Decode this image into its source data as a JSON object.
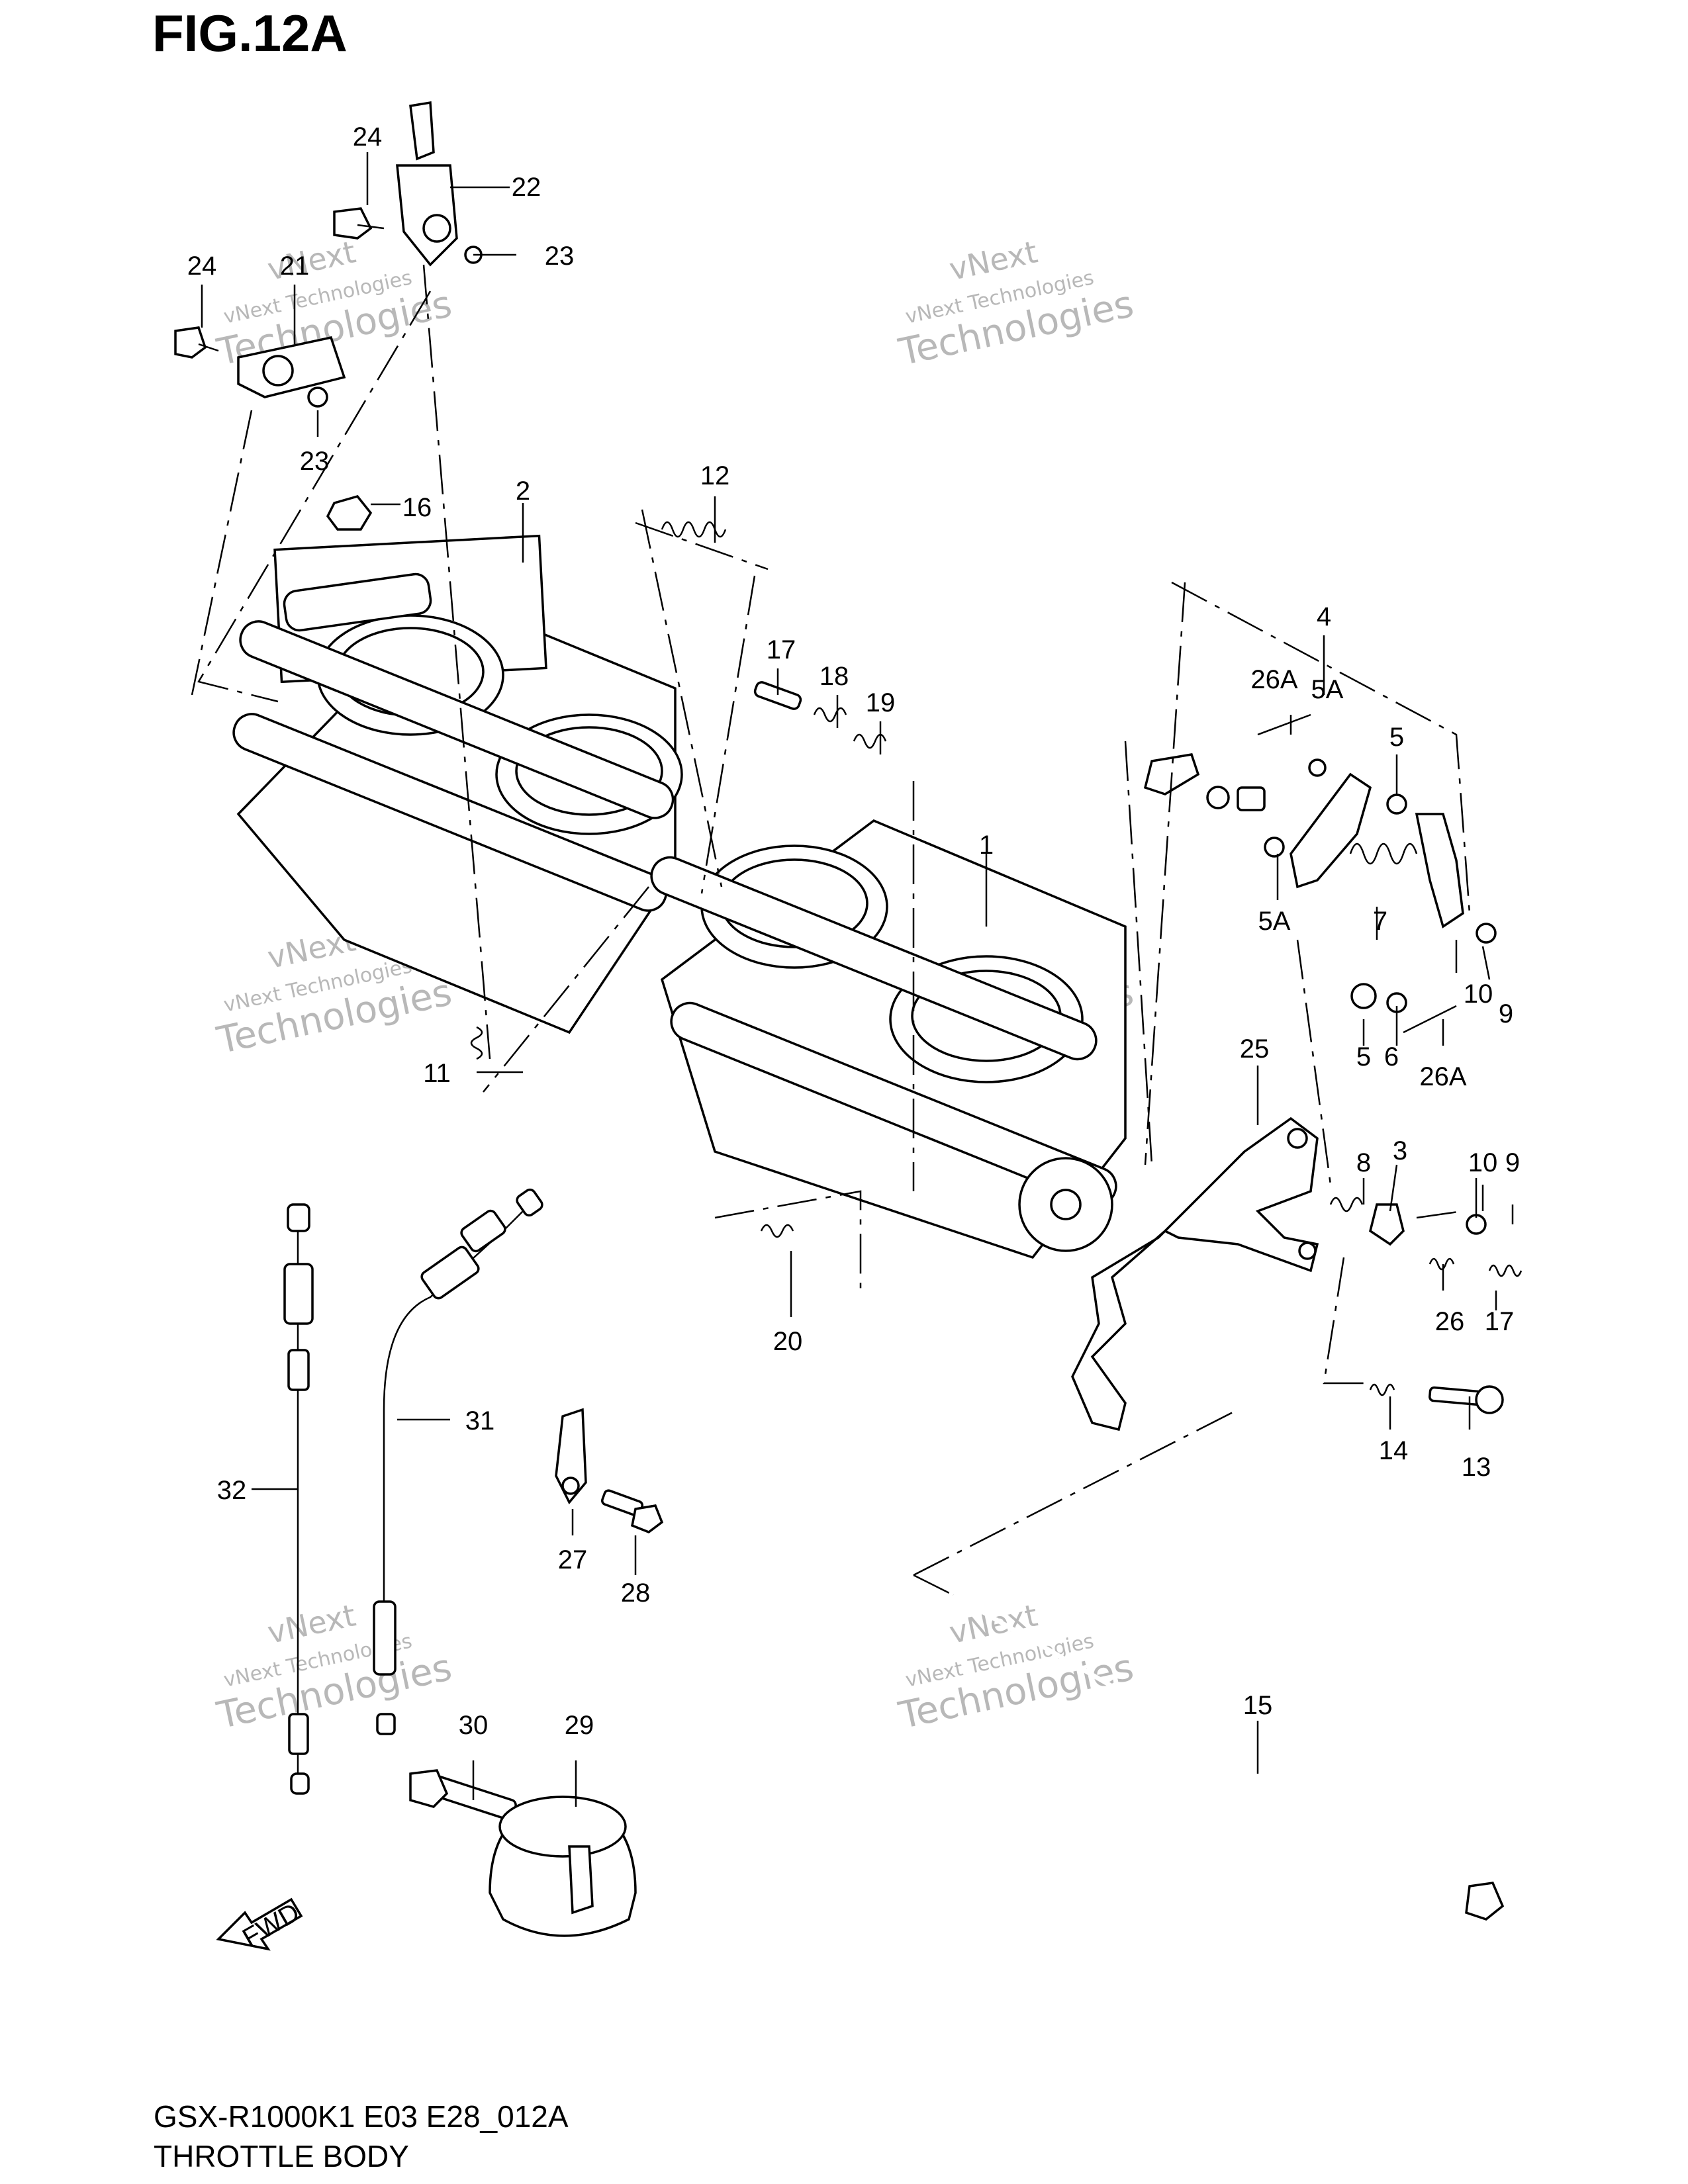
{
  "figure_title": "FIG.12A",
  "footer": {
    "model_code": "GSX-R1000K1 E03 E28_012A",
    "section_name": "THROTTLE BODY"
  },
  "fwd_label": "FWD",
  "watermark": {
    "line1": "vNext",
    "line2": "vNext Technologies",
    "line3": "Technologies"
  },
  "callouts": [
    "1",
    "2",
    "3",
    "4",
    "5",
    "5",
    "5A",
    "5A",
    "6",
    "7",
    "8",
    "9",
    "9",
    "10",
    "10",
    "11",
    "12",
    "13",
    "14",
    "15",
    "16",
    "17",
    "17",
    "18",
    "19",
    "20",
    "21",
    "22",
    "23",
    "23",
    "24",
    "24",
    "25",
    "26",
    "26A",
    "26A",
    "27",
    "28",
    "29",
    "30",
    "31",
    "32"
  ],
  "colors": {
    "ink": "#000000",
    "paper": "#ffffff",
    "watermark": "#b8b8b8"
  }
}
